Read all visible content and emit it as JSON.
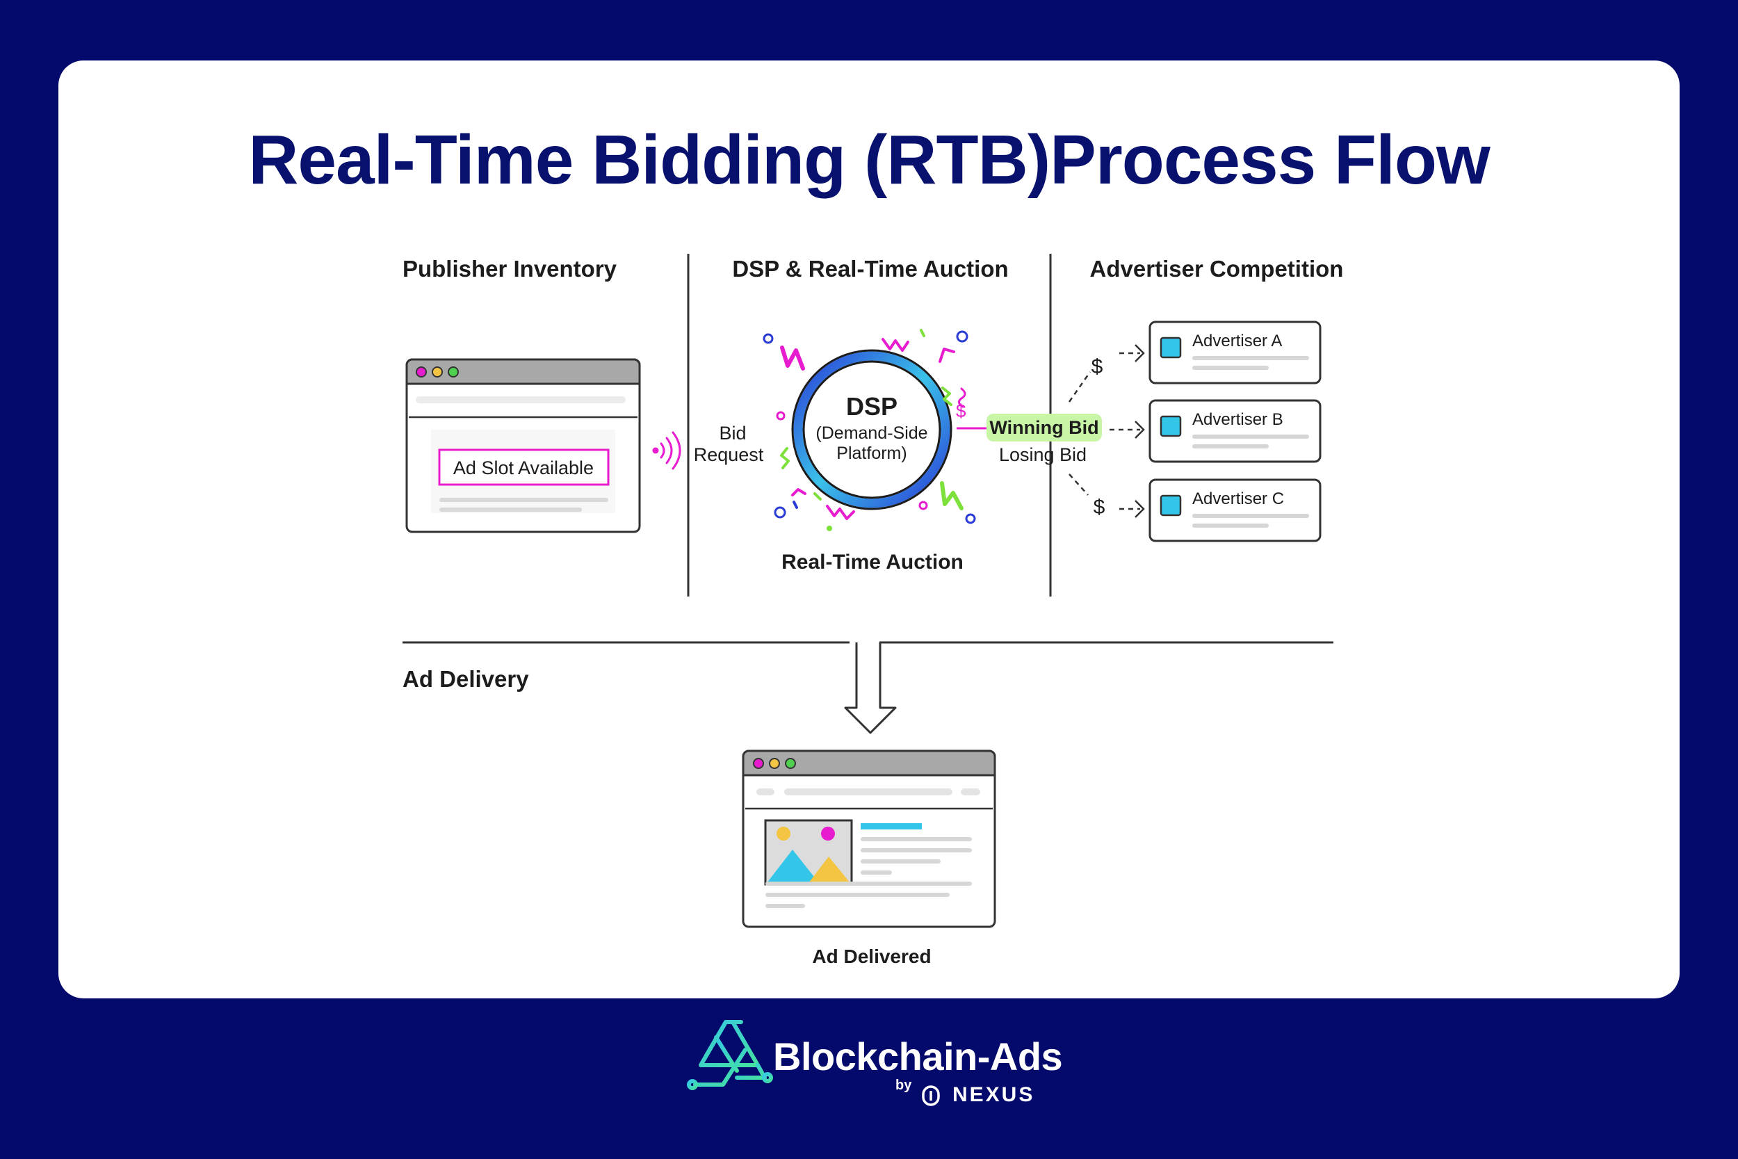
{
  "title": "Real-Time Bidding (RTB)Process Flow",
  "sections": {
    "publisher": "Publisher Inventory",
    "dsp": "DSP & Real-Time Auction",
    "advertiser": "Advertiser Competition",
    "delivery": "Ad Delivery"
  },
  "publisher_window": {
    "ad_slot": "Ad Slot Available"
  },
  "bid_request": [
    "Bid",
    "Request"
  ],
  "dsp": {
    "name": "DSP",
    "full": [
      "(Demand-Side",
      "Platform)"
    ],
    "caption": "Real-Time Auction"
  },
  "winning_bid": "Winning Bid",
  "losing_bid": "Losing Bid",
  "dollar": "$",
  "advertisers": [
    "Advertiser A",
    "Advertiser B",
    "Advertiser C"
  ],
  "ad_delivered": "Ad Delivered",
  "brand": {
    "name": "Blockchain-Ads",
    "by": "by",
    "partner": "NEXUS"
  },
  "colors": {
    "background": "#040a6b",
    "title": "#08126e",
    "accent_magenta": "#e81ccf",
    "accent_cyan": "#33c6e8",
    "accent_green": "#7ee03a",
    "accent_blue": "#2a3bd6",
    "winning_highlight": "#c9f5a6"
  }
}
